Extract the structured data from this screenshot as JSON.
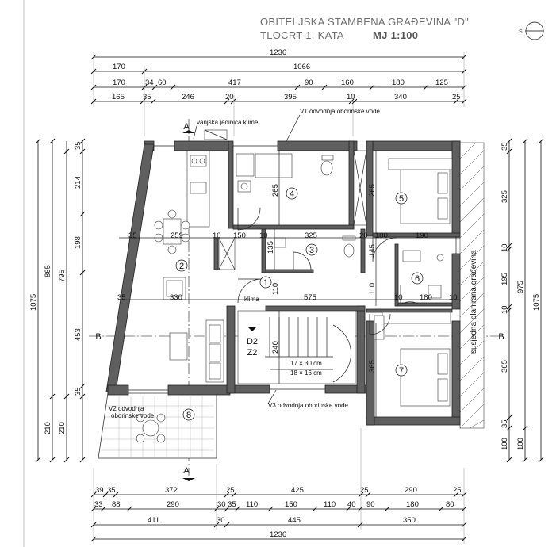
{
  "title": {
    "line1": "OBITELJSKA STAMBENA GRAĐEVINA \"D\"",
    "line2": "TLOCRT 1. KATA",
    "scale": "MJ 1:100",
    "north_label": "S"
  },
  "dims_top": {
    "row1": [
      "1236"
    ],
    "row2": [
      "170",
      "1066"
    ],
    "row3": [
      "170",
      "34",
      "60",
      "417",
      "90",
      "160",
      "180",
      "125"
    ],
    "row4": [
      "165",
      "35",
      "246",
      "20",
      "395",
      "10",
      "340",
      "25"
    ]
  },
  "dims_bottom": {
    "row1": [
      "39",
      "35",
      "372",
      "25",
      "425",
      "25",
      "290",
      "25"
    ],
    "row2": [
      "33",
      "88",
      "290",
      "30",
      "35",
      "110",
      "150",
      "110",
      "40",
      "90",
      "180",
      "80"
    ],
    "row3": [
      "411",
      "30",
      "445",
      "350"
    ],
    "row4": [
      "1236"
    ]
  },
  "dims_left": {
    "outer": "1075",
    "mid": [
      "865",
      "210"
    ],
    "inner": [
      "795",
      "210"
    ],
    "detail": [
      "35",
      "214",
      "198",
      "453",
      "35"
    ]
  },
  "dims_right": {
    "outer": "1075",
    "mid": [
      "975",
      "100"
    ],
    "inner": [
      "35",
      "325",
      "10",
      "195",
      "10",
      "365",
      "35",
      "100"
    ]
  },
  "inner_dims": [
    "35",
    "259",
    "10",
    "150",
    "10",
    "325",
    "20",
    "100",
    "190",
    "35",
    "330",
    "575",
    "10",
    "180",
    "10",
    "265",
    "265",
    "135",
    "145",
    "110",
    "110",
    "240",
    "365"
  ],
  "rooms": [
    "1",
    "2",
    "3",
    "4",
    "5",
    "6",
    "7",
    "8"
  ],
  "section_marks": {
    "a": "A",
    "b": "B"
  },
  "labels": {
    "vanjska": "vanjska jedinica klime",
    "v1": "V1 odvodnja oborinske vode",
    "v2_1": "V2 odvodnja",
    "v2_2": "oborinske vode",
    "v3": "V3 odvodnja oborinske vode",
    "klima": "klima",
    "d2": "D2",
    "z2": "Z2",
    "stair1": "17 × 30 cm",
    "stair2": "18 × 16 cm",
    "susjedna": "susjedna planirana građevina"
  }
}
